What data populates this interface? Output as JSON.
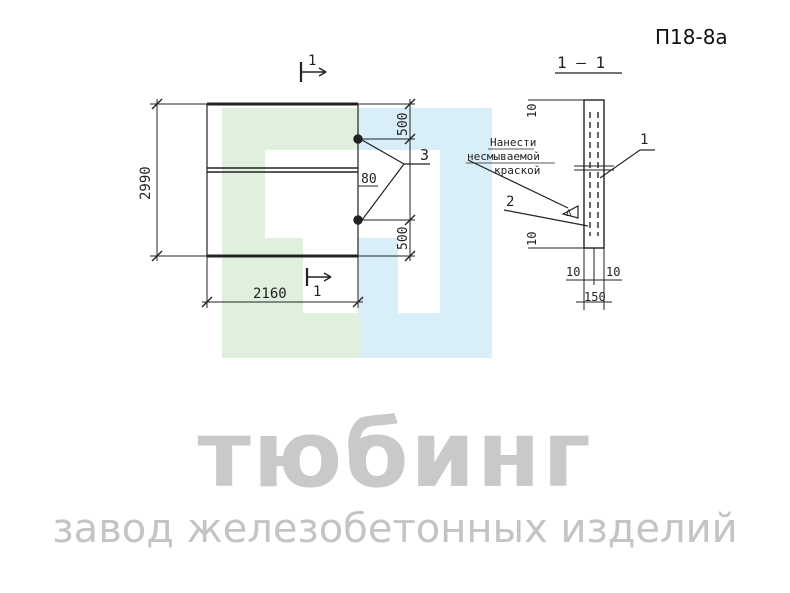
{
  "drawing": {
    "code": "П18-8а",
    "section_mark": "1",
    "section_title": "1 – 1",
    "dims": {
      "height": "2990",
      "width": "2160",
      "top_500": "500",
      "bottom_500": "500",
      "mid_80": "80",
      "d10_top": "10",
      "d10_bottom": "10",
      "d10_left": "10",
      "d10_right": "10",
      "thickness": "150"
    },
    "callouts": {
      "c1": "1",
      "c2": "2",
      "c3": "3"
    },
    "note": [
      "Нанести",
      "несмываемой",
      "краской"
    ],
    "marker": "Δ"
  },
  "watermark": {
    "brand": "тюбинг",
    "tagline": "завод железобетонных изделий"
  }
}
